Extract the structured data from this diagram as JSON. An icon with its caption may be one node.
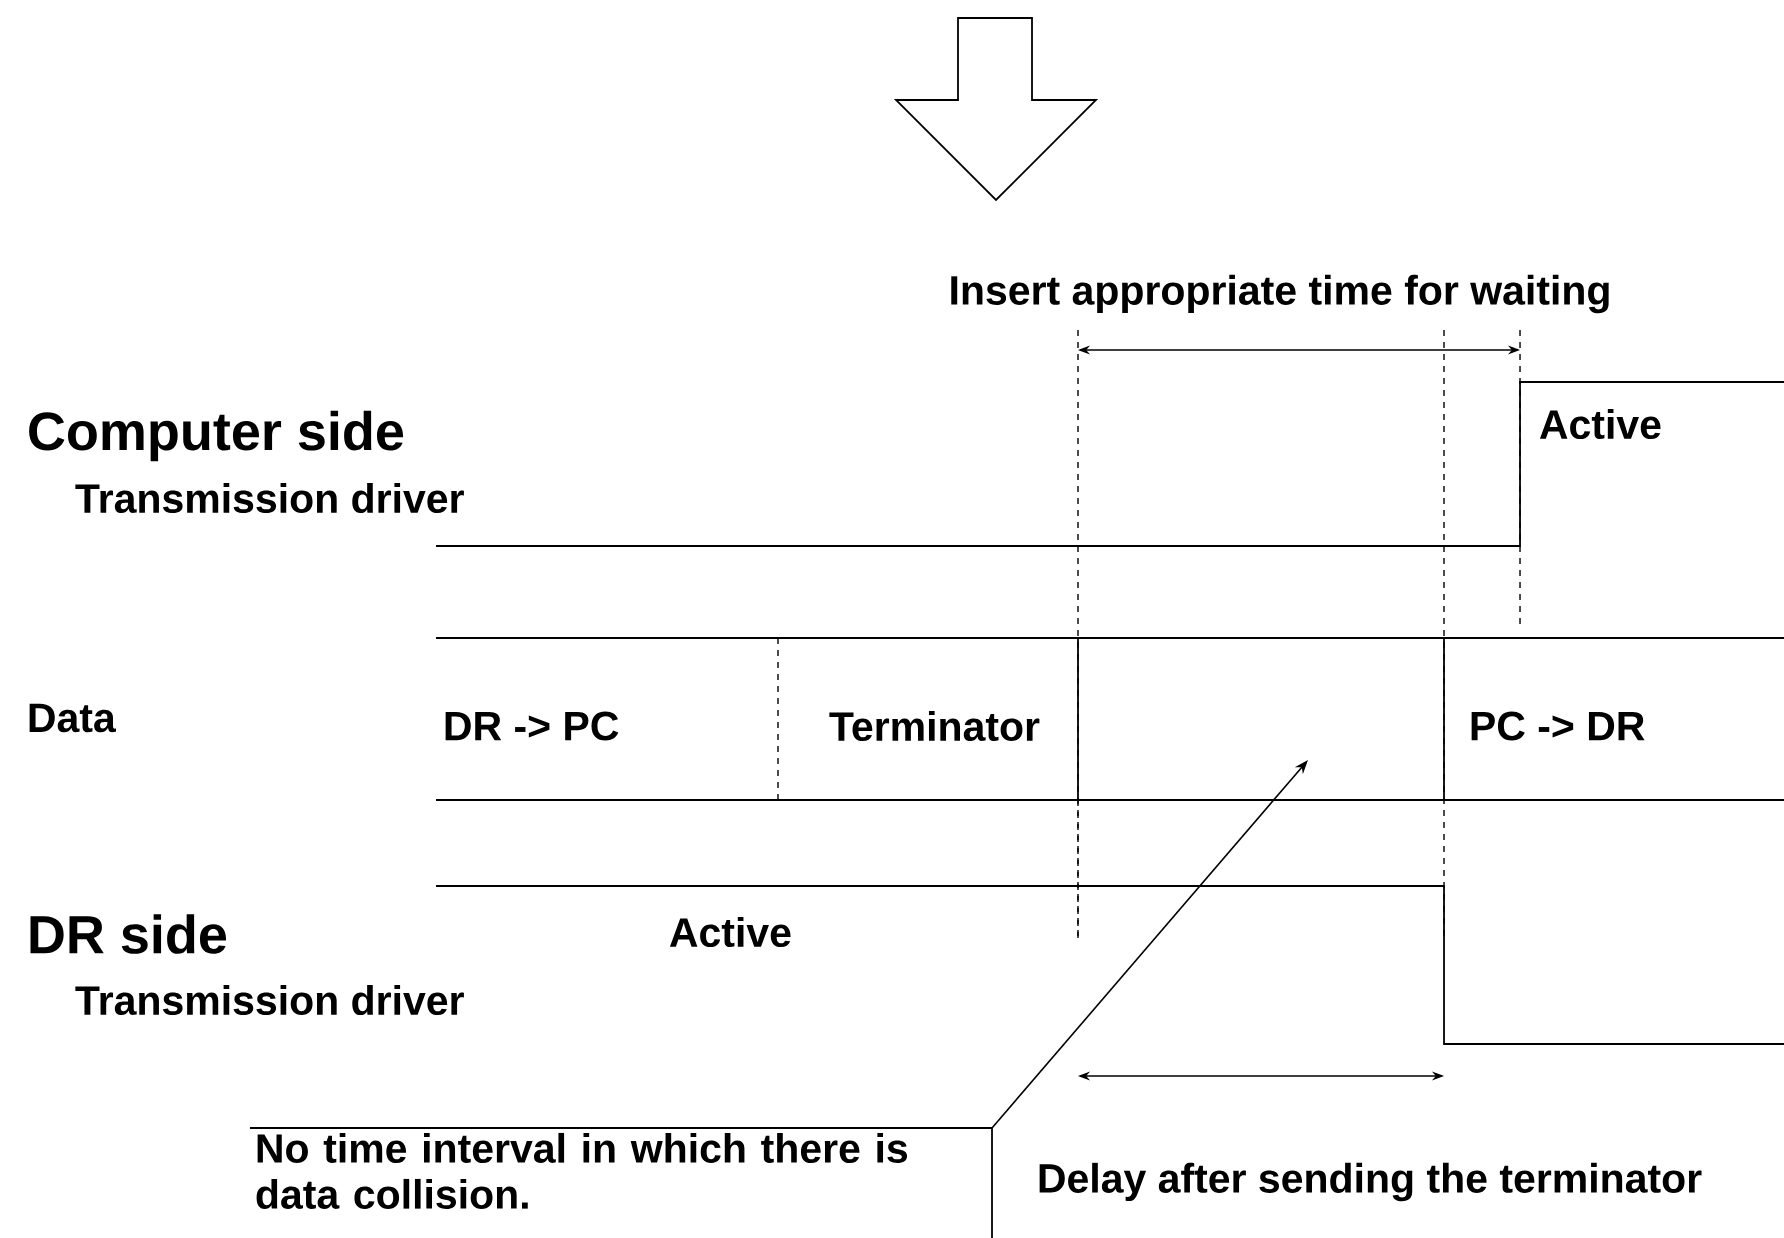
{
  "diagram": {
    "nodes": [
      {
        "text": [
          "No time interval in which there is data collision."
        ]
      },
      {
        "text": [],
        "shape": "box"
      }
    ],
    "edges": [
      {
        "from": 0,
        "to": 1,
        "arrow": "to"
      }
    ],
    "labels": [
      "Insert appropriate time for waiting",
      "Computer side",
      "Transmission driver",
      "Active",
      "Data",
      "DR -> PC",
      "Terminator",
      "PC -> DR",
      "DR side",
      "Active",
      "Transmission driver",
      "Delay after sending the terminator"
    ]
  }
}
